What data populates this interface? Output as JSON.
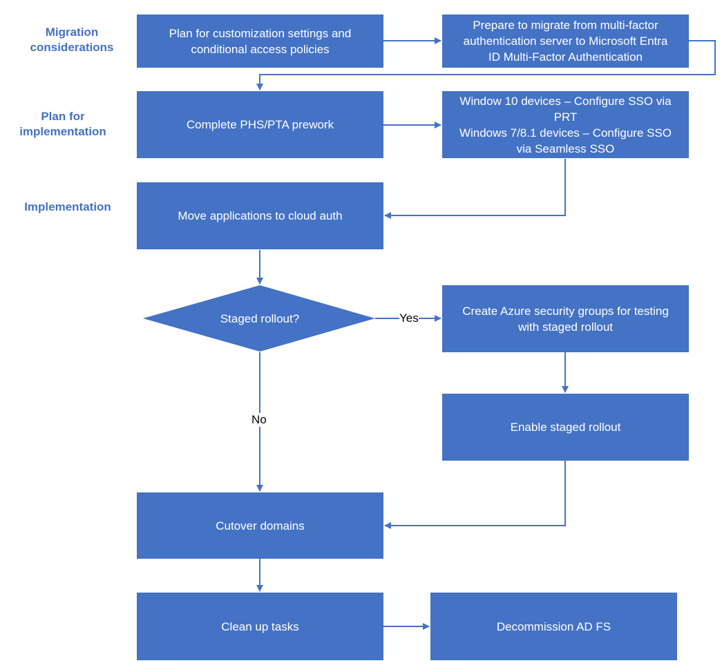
{
  "colors": {
    "box_fill": "#4472C4",
    "label_text": "#4472C4",
    "arrow": "#4472C4",
    "box_text": "#FFFFFF"
  },
  "sections": {
    "migration": "Migration\nconsiderations",
    "plan": "Plan for\nimplementation",
    "implementation": "Implementation"
  },
  "nodes": {
    "plan_custom": "Plan for customization settings and\nconditional access policies",
    "prepare_mfa": "Prepare to migrate from multi-factor\nauthentication server to Microsoft Entra\nID Multi-Factor Authentication",
    "phs_pta": "Complete PHS/PTA prework",
    "sso": "Window 10 devices – Configure SSO via\nPRT\nWindows 7/8.1 devices – Configure SSO\nvia Seamless SSO",
    "move_apps": "Move applications to cloud auth",
    "staged_decision": "Staged rollout?",
    "azure_groups": "Create Azure security groups for testing\nwith staged rollout",
    "enable_staged": "Enable staged rollout",
    "cutover": "Cutover domains",
    "cleanup": "Clean up tasks",
    "decommission": "Decommission AD FS"
  },
  "edge_labels": {
    "yes": "Yes",
    "no": "No"
  }
}
